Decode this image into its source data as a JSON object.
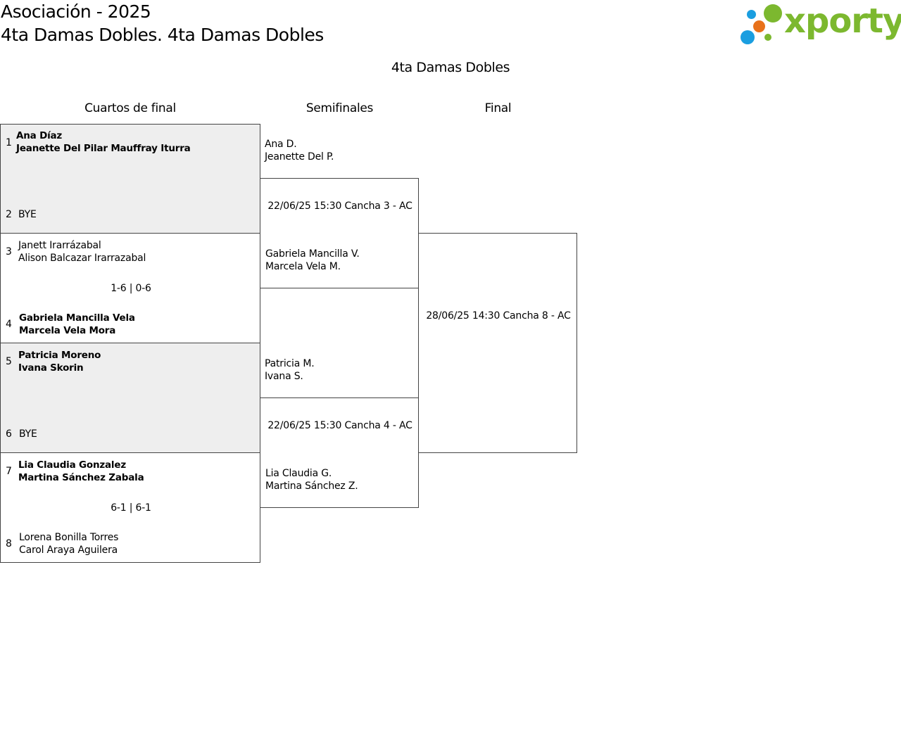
{
  "header": {
    "line1": "Asociación - 2025",
    "line2": "4ta Damas Dobles. 4ta Damas Dobles"
  },
  "logo": {
    "text": "xporty",
    "color_green": "#7cb82f",
    "color_orange": "#e8711a",
    "color_blue": "#1a9ee0"
  },
  "draw_title": "4ta Damas Dobles",
  "rounds": [
    "Cuartos de final",
    "Semifinales",
    "Final"
  ],
  "quarterfinals": [
    {
      "top": {
        "seed": "1",
        "players": [
          "Ana Díaz",
          "Jeanette Del Pilar Mauffray Iturra"
        ]
      },
      "score": "",
      "bottom": {
        "seed": "2",
        "players": [
          "BYE"
        ]
      }
    },
    {
      "top": {
        "seed": "3",
        "players": [
          "Janett Irarrázabal",
          "Alison Balcazar Irarrazabal"
        ]
      },
      "score": "1-6 | 0-6",
      "bottom": {
        "seed": "4",
        "players": [
          "Gabriela Mancilla Vela",
          "Marcela Vela Mora"
        ]
      }
    },
    {
      "top": {
        "seed": "5",
        "players": [
          "Patricia Moreno",
          "Ivana Skorin"
        ]
      },
      "score": "",
      "bottom": {
        "seed": "6",
        "players": [
          "BYE"
        ]
      }
    },
    {
      "top": {
        "seed": "7",
        "players": [
          "Lia Claudia Gonzalez",
          "Martina Sánchez Zabala"
        ]
      },
      "score": "6-1 | 6-1",
      "bottom": {
        "seed": "8",
        "players": [
          "Lorena Bonilla Torres",
          "Carol Araya Aguilera"
        ]
      }
    }
  ],
  "semifinals": [
    {
      "top": [
        "Ana D.",
        "Jeanette Del P."
      ],
      "info": "22/06/25 15:30 Cancha 3 - AC",
      "bottom": [
        "Gabriela Mancilla V.",
        "Marcela Vela M."
      ]
    },
    {
      "top": [
        "Patricia M.",
        "Ivana S."
      ],
      "info": "22/06/25 15:30 Cancha 4 - AC",
      "bottom": [
        "Lia Claudia G.",
        "Martina Sánchez Z."
      ]
    }
  ],
  "final": {
    "info": "28/06/25 14:30 Cancha 8 - AC"
  }
}
